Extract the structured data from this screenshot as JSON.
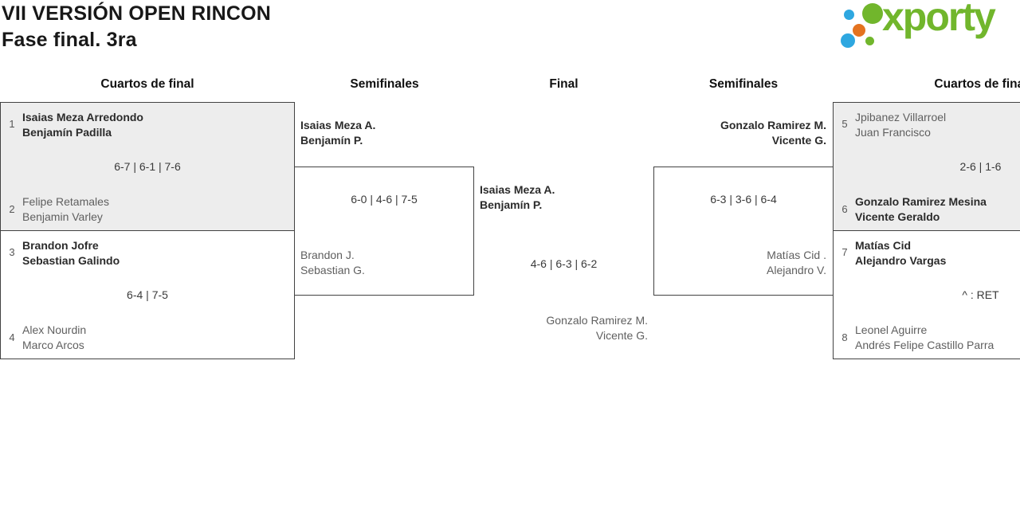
{
  "header": {
    "title": "VII VERSIÓN OPEN RINCON",
    "subtitle": "Fase final. 3ra"
  },
  "logo": {
    "text": "xporty",
    "green": "#71b62c",
    "blue": "#2ea7e0",
    "orange": "#e4731f"
  },
  "colors": {
    "box_fill": "#ededed",
    "box_border": "#424242",
    "winner_text": "#2b2b2b",
    "loser_text": "#5f5f5f"
  },
  "round_headers": {
    "qf_left": "Cuartos de final",
    "sf_left": "Semifinales",
    "final": "Final",
    "sf_right": "Semifinales",
    "qf_right": "Cuartos de final"
  },
  "matches": {
    "qf1": {
      "seed1": "1",
      "team1_line1": "Isaias Meza Arredondo",
      "team1_line2": "Benjamín Padilla",
      "team1_role": "winner",
      "score": "6-7 | 6-1 | 7-6",
      "seed2": "2",
      "team2_line1": "Felipe Retamales",
      "team2_line2": "Benjamin Varley",
      "team2_role": "loser"
    },
    "qf2": {
      "seed1": "3",
      "team1_line1": "Brandon Jofre",
      "team1_line2": "Sebastian Galindo",
      "team1_role": "winner",
      "score": "6-4 | 7-5",
      "seed2": "4",
      "team2_line1": "Alex Nourdin",
      "team2_line2": "Marco Arcos",
      "team2_role": "loser"
    },
    "sf_left": {
      "team1_line1": "Isaias Meza A.",
      "team1_line2": "Benjamín P.",
      "team1_role": "winner",
      "score": "6-0 | 4-6 | 7-5",
      "team2_line1": "Brandon J.",
      "team2_line2": "Sebastian G.",
      "team2_role": "loser"
    },
    "final": {
      "team1_line1": "Isaias Meza A.",
      "team1_line2": "Benjamín P.",
      "team1_role": "winner",
      "score": "4-6 | 6-3 | 6-2",
      "team2_line1": "Gonzalo Ramirez M.",
      "team2_line2": "Vicente G.",
      "team2_role": "loser"
    },
    "sf_right": {
      "team1_line1": "Gonzalo Ramirez M.",
      "team1_line2": "Vicente G.",
      "team1_role": "winner",
      "score": "6-3 | 3-6 | 6-4",
      "team2_line1": "Matías Cid .",
      "team2_line2": "Alejandro V.",
      "team2_role": "loser"
    },
    "qf3": {
      "seed1": "5",
      "team1_line1": "Jpibanez Villarroel",
      "team1_line2": "Juan Francisco",
      "team1_role": "loser",
      "score": "2-6 | 1-6",
      "seed2": "6",
      "team2_line1": "Gonzalo Ramirez Mesina",
      "team2_line2": "Vicente Geraldo",
      "team2_role": "winner"
    },
    "qf4": {
      "seed1": "7",
      "team1_line1": "Matías Cid",
      "team1_line2": "Alejandro Vargas",
      "team1_role": "winner",
      "score": "^ : RET",
      "seed2": "8",
      "team2_line1": "Leonel Aguirre",
      "team2_line2": "Andrés Felipe Castillo Parra",
      "team2_role": "loser"
    }
  }
}
